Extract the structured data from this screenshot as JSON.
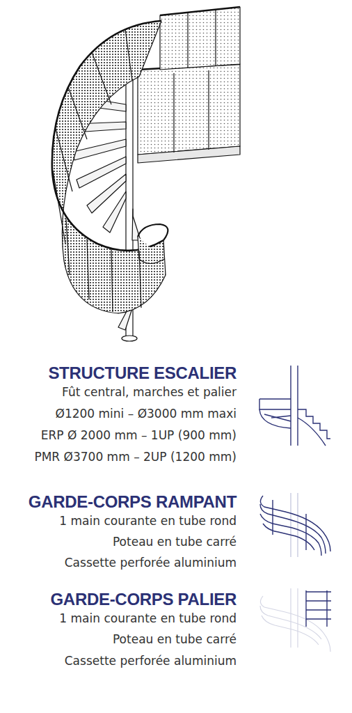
{
  "diagram": {
    "labels": [
      "STRUCTURE ESCALIER",
      "Fût central, marches et palier",
      "Ø1200 mini – Ø3000 mm maxi",
      "ERP Ø 2000 mm – 1UP (900 mm)",
      "PMR Ø3700 mm – 2UP (1200 mm)",
      "GARDE-CORPS RAMPANT",
      "1 main courante en tube rond",
      "Poteau en tube carré",
      "Cassette perforée aluminium",
      "GARDE-CORPS PALIER",
      "1 main courante en tube rond",
      "Poteau en tube carré",
      "Cassette perforée aluminium"
    ]
  }
}
